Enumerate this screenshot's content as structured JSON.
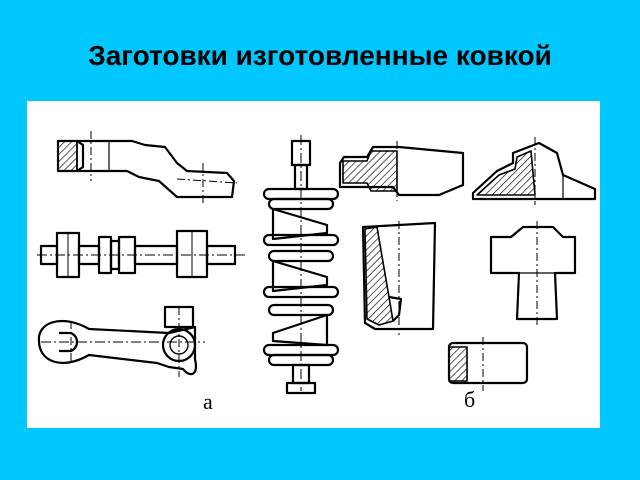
{
  "slide": {
    "title": "Заготовки изготовленные ковкой",
    "background_color": "#00c8ff",
    "panel_color": "#ffffff"
  },
  "figure": {
    "group_a_label": "а",
    "group_b_label": "б"
  }
}
